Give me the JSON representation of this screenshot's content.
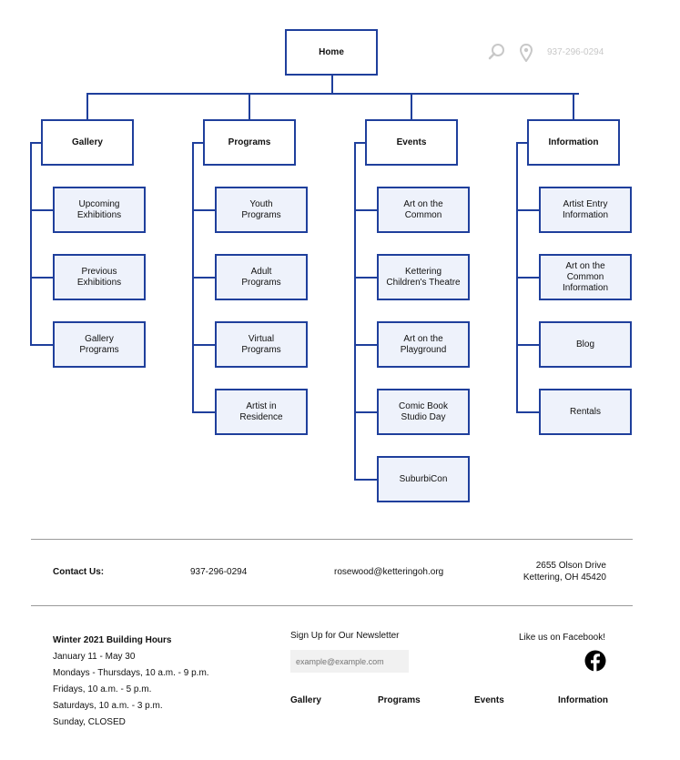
{
  "header": {
    "phone": "937-296-0294",
    "search_icon": "search-icon",
    "location_icon": "map-pin-icon"
  },
  "sitemap": {
    "root": "Home",
    "columns": [
      {
        "label": "Gallery",
        "children": [
          "Upcoming\nExhibitions",
          "Previous\nExhibitions",
          "Gallery\nPrograms"
        ]
      },
      {
        "label": "Programs",
        "children": [
          "Youth\nPrograms",
          "Adult\nPrograms",
          "Virtual\nPrograms",
          "Artist in\nResidence"
        ]
      },
      {
        "label": "Events",
        "children": [
          "Art on the\nCommon",
          "Kettering\nChildren's Theatre",
          "Art on the\nPlayground",
          "Comic Book\nStudio Day",
          "SuburbiCon"
        ]
      },
      {
        "label": "Information",
        "children": [
          "Artist Entry\nInformation",
          "Art on the\nCommon Information",
          "Blog",
          "Rentals"
        ]
      }
    ]
  },
  "contact": {
    "label": "Contact Us:",
    "phone": "937-296-0294",
    "email": "rosewood@ketteringoh.org",
    "address_line1": "2655 Olson Drive",
    "address_line2": "Kettering, OH 45420"
  },
  "hours": {
    "title": "Winter 2021 Building Hours",
    "lines": [
      "January 11 - May 30",
      "Mondays - Thursdays, 10 a.m. - 9 p.m.",
      "Fridays, 10 a.m. - 5 p.m.",
      "Saturdays, 10 a.m. - 3 p.m.",
      "Sunday, CLOSED"
    ]
  },
  "newsletter": {
    "label": "Sign Up for Our Newsletter",
    "placeholder": "example@example.com"
  },
  "footer_nav": [
    "Gallery",
    "Programs",
    "Events",
    "Information"
  ],
  "facebook": {
    "label": "Like us on Facebook!",
    "icon": "facebook-icon"
  },
  "colors": {
    "accent": "#1f3f9c",
    "box_fill": "#eef2fb",
    "divider": "#9a9a9a",
    "header_gray": "#c8c8c8"
  }
}
